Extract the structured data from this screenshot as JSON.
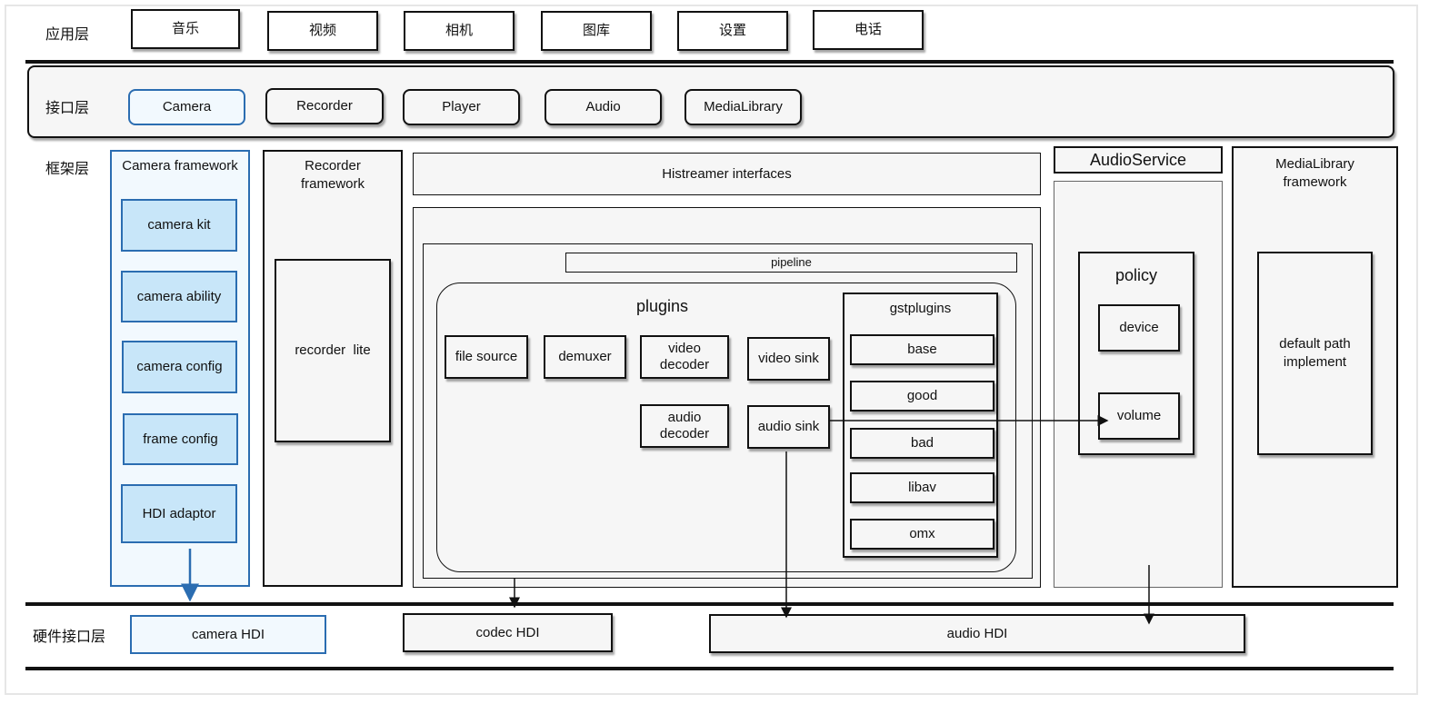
{
  "layers": {
    "app": "应用层",
    "interface": "接口层",
    "framework": "框架层",
    "hardware": "硬件接口层"
  },
  "apps": [
    "音乐",
    "视频",
    "相机",
    "图库",
    "设置",
    "电话"
  ],
  "interfaces": [
    "Camera",
    "Recorder",
    "Player",
    "Audio",
    "MediaLibrary"
  ],
  "camera_framework": {
    "title": "Camera framework",
    "items": [
      "camera kit",
      "camera ability",
      "camera config",
      "frame config",
      "HDI adaptor"
    ]
  },
  "recorder_framework": {
    "title": "Recorder\nframework",
    "lite": "recorder  lite"
  },
  "histreamer": {
    "interfaces": "Histreamer interfaces",
    "pipeline": "pipeline",
    "plugins": "plugins",
    "file_source": "file source",
    "demuxer": "demuxer",
    "video_decoder": "video\ndecoder",
    "video_sink": "video sink",
    "audio_decoder": "audio\ndecoder",
    "audio_sink": "audio sink",
    "gstplugins": {
      "title": "gstplugins",
      "items": [
        "base",
        "good",
        "bad",
        "libav",
        "omx"
      ]
    }
  },
  "audio_service": {
    "title": "AudioService",
    "policy": "policy",
    "device": "device",
    "volume": "volume"
  },
  "medialibrary_framework": {
    "title": "MediaLibrary\nframework",
    "impl": "default path\nimplement"
  },
  "hdi": {
    "camera": "camera HDI",
    "codec": "codec HDI",
    "audio": "audio HDI"
  },
  "colors": {
    "line": "#111111",
    "box_fill": "#f6f6f6",
    "camera_fill": "#c8e6f9",
    "camera_border": "#2b6db1"
  }
}
